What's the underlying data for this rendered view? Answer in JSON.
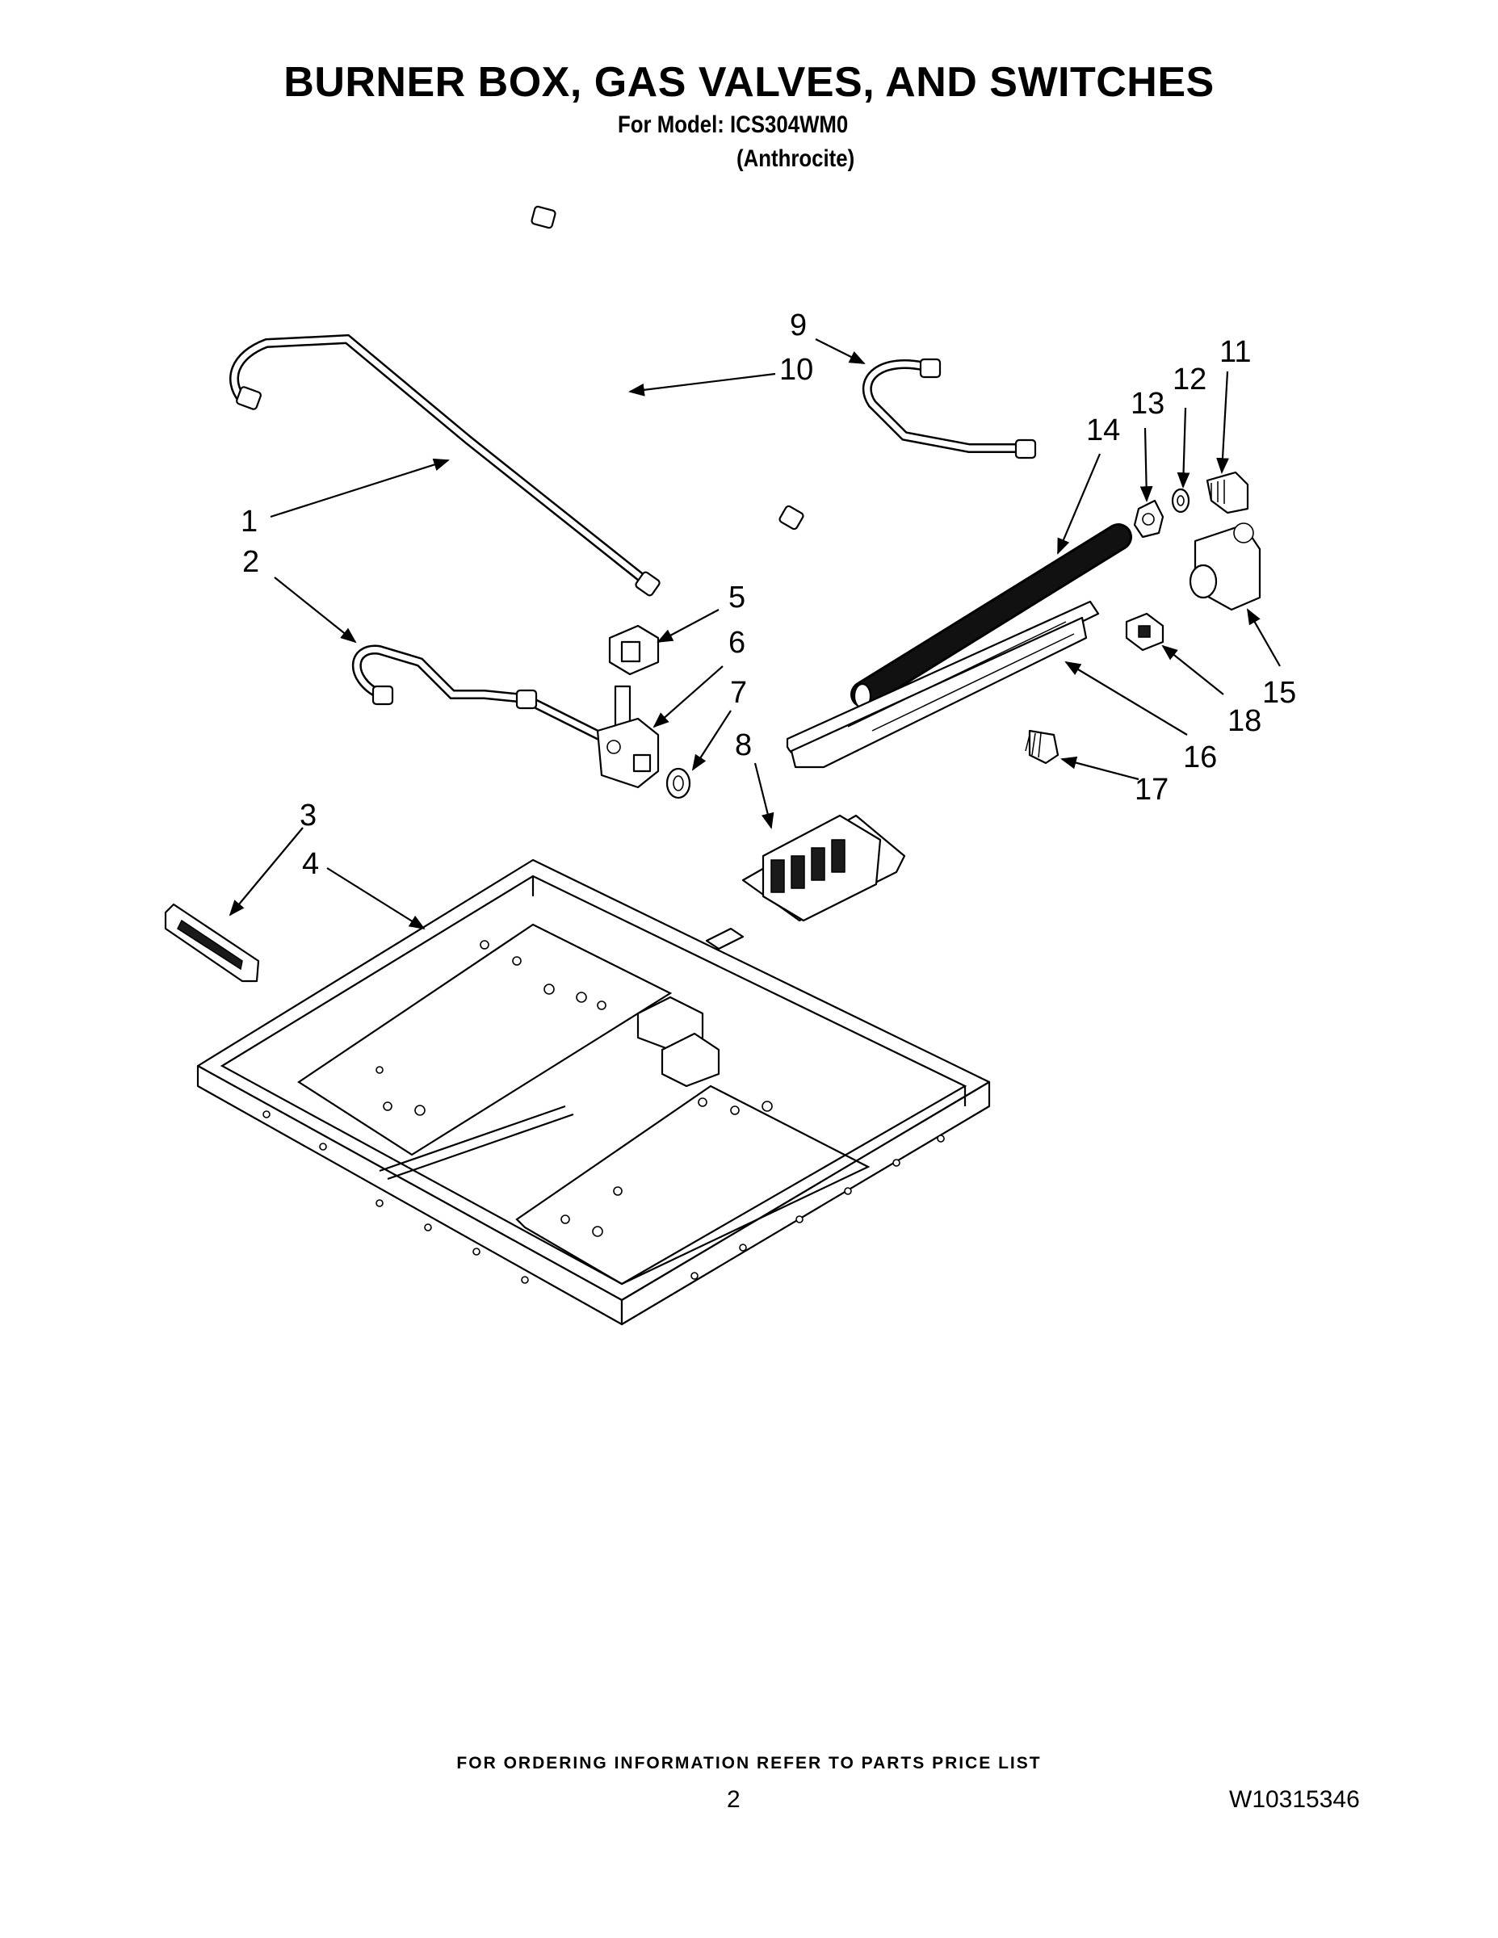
{
  "header": {
    "title": "BURNER BOX, GAS VALVES, AND SWITCHES",
    "model_line": "For Model: ICS304WM0",
    "color_line": "(Anthrocite)"
  },
  "callouts": [
    "1",
    "2",
    "3",
    "4",
    "5",
    "6",
    "7",
    "8",
    "9",
    "10",
    "11",
    "12",
    "13",
    "14",
    "15",
    "16",
    "17",
    "18"
  ],
  "footer": {
    "ordering_note": "FOR ORDERING INFORMATION REFER TO PARTS PRICE LIST",
    "page_number": "2",
    "document_number": "W10315346"
  }
}
